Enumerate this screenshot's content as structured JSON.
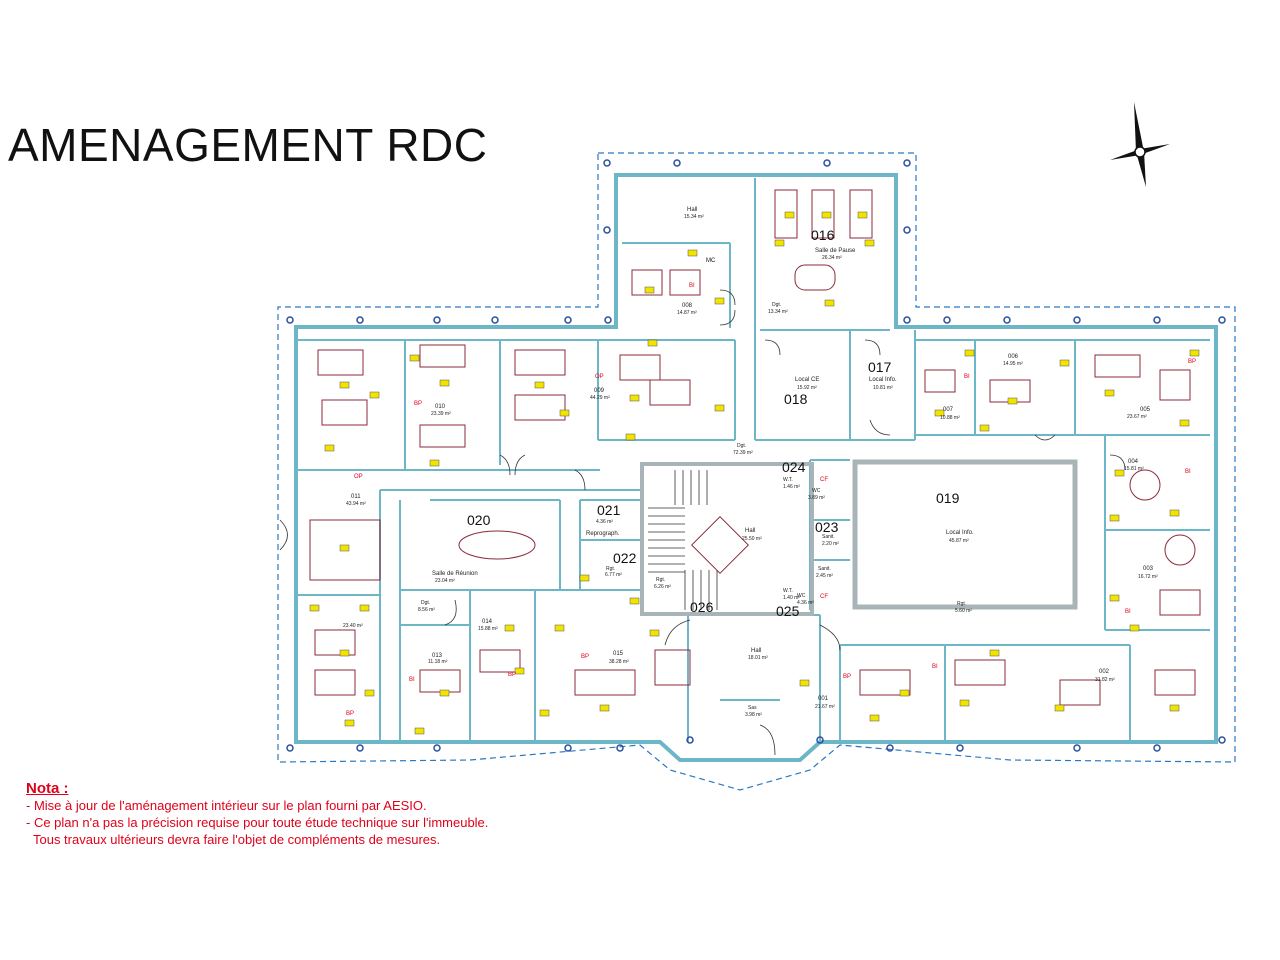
{
  "title": "AMENAGEMENT RDC",
  "notes": {
    "heading": "Nota :",
    "lines": [
      "- Mise à jour de l'aménagement intérieur sur le plan fourni par AESIO.",
      "- Ce plan n'a pas la précision requise pour toute étude technique sur l'immeuble.",
      "  Tous travaux ultérieurs devra faire l'objet de compléments de mesures."
    ]
  },
  "colors": {
    "wall": "#6db6c8",
    "outline": "#2a78c0",
    "furniture": "#8b2a3a",
    "tag": "#f2e300",
    "note_text": "#e0001a",
    "core": "#a9b4b8"
  },
  "rooms": {
    "r001": {
      "num": "001",
      "area": "21.67 m²"
    },
    "r002": {
      "num": "002",
      "area": "31.82 m²"
    },
    "r003": {
      "num": "003",
      "area": "16.72 m²"
    },
    "r004": {
      "num": "004",
      "area": "15.81 m²"
    },
    "r005": {
      "num": "005",
      "area": "23.67 m²"
    },
    "r006": {
      "num": "006",
      "area": "14.95 m²"
    },
    "r007": {
      "num": "007",
      "area": "10.88 m²"
    },
    "r008": {
      "num": "008",
      "area": "14.87 m²"
    },
    "r009": {
      "num": "009",
      "area": "44.29 m²"
    },
    "r010": {
      "num": "010",
      "area": "23.39 m²"
    },
    "r011": {
      "num": "011",
      "area": "43.94 m²"
    },
    "r012": {
      "area": "23.40 m²"
    },
    "r013": {
      "num": "013",
      "area": "11.18 m²"
    },
    "r014": {
      "num": "014",
      "area": "15.88 m²"
    },
    "r015": {
      "num": "015",
      "area": "38.28 m²"
    },
    "r016": {
      "num": "016",
      "name": "Salle de Pause",
      "area": "26.34 m²"
    },
    "r017": {
      "num": "017",
      "name": "Local Info.",
      "area": "10.81 m²"
    },
    "r018": {
      "num": "018",
      "name": "Local CE",
      "area": "15.92 m²"
    },
    "r019": {
      "num": "019",
      "name": "Local Info.",
      "area": "45.87 m²"
    },
    "r020": {
      "num": "020",
      "name": "Salle de Réunion",
      "area": "23.04 m²"
    },
    "r021": {
      "num": "021",
      "name": "Reprograph.",
      "area": "4.36 m²"
    },
    "r022": {
      "num": "022",
      "name": "Rgt.",
      "area": "6.77 m²"
    },
    "r023": {
      "num": "023",
      "name": "Sanit.",
      "area": "2.20 m²"
    },
    "r024": {
      "num": "024",
      "name": "W.T.",
      "area": "1.46 m²"
    },
    "r025": {
      "num": "025",
      "name": "W.T.",
      "area": "1.40 m²"
    },
    "r026": {
      "num": "026"
    },
    "hall_top": {
      "name": "Hall",
      "area": "15.34 m²"
    },
    "hall_center": {
      "name": "Hall",
      "area": "25.50 m²"
    },
    "hall_bottom": {
      "name": "Hall",
      "area": "18.01 m²"
    },
    "dgt_main": {
      "name": "Dgt.",
      "area": "72.39 m²"
    },
    "dgt_top": {
      "name": "Dgt.",
      "area": "13.34 m²"
    },
    "dgt_left": {
      "name": "Dgt.",
      "area": "8.56 m²"
    },
    "rgt_stair": {
      "name": "Rgt.",
      "area": "6.26 m²"
    },
    "rgt_019": {
      "name": "Rgt.",
      "area": "5.60 m²"
    },
    "wc_a": {
      "name": "WC",
      "area": "3.89 m²"
    },
    "wc_b": {
      "name": "WC",
      "area": "4.36 m²"
    },
    "sanit_b": {
      "name": "Sanit.",
      "area": "2.45 m²"
    },
    "sas": {
      "name": "Sas",
      "area": "3.98 m²"
    }
  },
  "markers": {
    "mc": "MC",
    "bp": "BP",
    "bi": "BI",
    "op": "OP",
    "cf": "CF"
  }
}
